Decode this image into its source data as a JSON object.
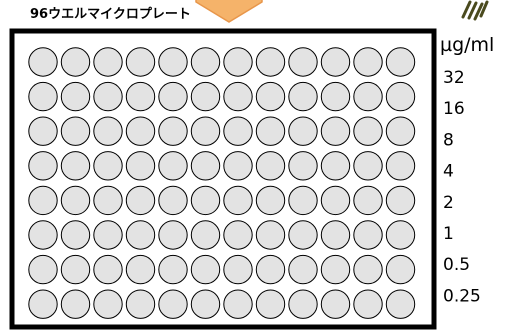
{
  "plate": {
    "title": "96ウエルマイクロプレート",
    "rows": 8,
    "columns": 12
  },
  "concentration": {
    "unit": "µg/ml",
    "levels": [
      "32",
      "16",
      "8",
      "4",
      "2",
      "1",
      "0.5",
      "0.25"
    ]
  },
  "colors": {
    "well_fill": "#e3e3e3",
    "well_stroke": "#000000",
    "plate_border": "#000000",
    "pointer_fill": "#f5b36a",
    "pointer_stroke": "#e8964a",
    "pipette_stroke": "#4a4a1e"
  }
}
